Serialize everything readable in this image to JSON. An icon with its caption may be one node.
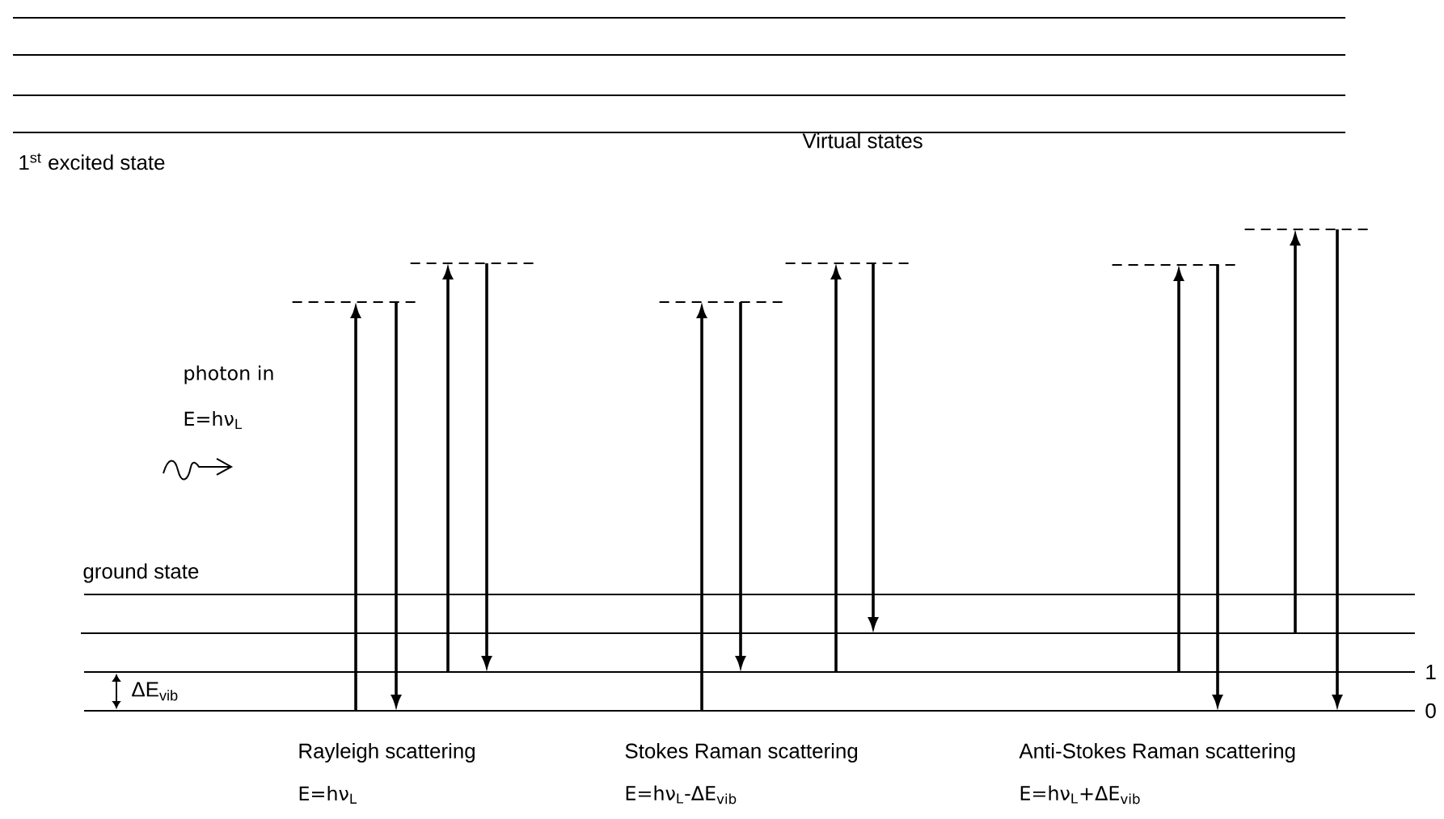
{
  "diagram": {
    "nodes": [
      {
        "text": [],
        "shape": "dashes"
      },
      {
        "text": [],
        "shape": "dashes"
      },
      {
        "text": [],
        "shape": "dashes"
      },
      {
        "text": [],
        "shape": "dashes"
      },
      {
        "text": [],
        "shape": "dashes"
      },
      {
        "text": [],
        "shape": "dashes"
      },
      {
        "text": [],
        "shape": "line",
        "beside": [
          "ground state"
        ]
      },
      {
        "text": [],
        "shape": "line"
      },
      {
        "text": [],
        "shape": "line",
        "beside": [
          "1"
        ]
      },
      {
        "text": [],
        "shape": "line",
        "beside": [
          "0"
        ]
      }
    ],
    "edges": [
      {
        "from": 9,
        "to": 0,
        "arrow": "to"
      },
      {
        "from": 0,
        "to": 9,
        "arrow": "to"
      },
      {
        "from": 8,
        "to": 1,
        "arrow": "to"
      },
      {
        "from": 1,
        "to": 8,
        "arrow": "to"
      },
      {
        "from": 9,
        "to": 2,
        "arrow": "to"
      },
      {
        "from": 2,
        "to": 8,
        "arrow": "to"
      },
      {
        "from": 8,
        "to": 3,
        "arrow": "to"
      },
      {
        "from": 3,
        "to": 7,
        "arrow": "to"
      },
      {
        "from": 8,
        "to": 4,
        "arrow": "to"
      },
      {
        "from": 4,
        "to": 9,
        "arrow": "to"
      },
      {
        "from": 7,
        "to": 5,
        "arrow": "to"
      },
      {
        "from": 5,
        "to": 9,
        "arrow": "to"
      }
    ],
    "labels": [
      "1$^{st}$ excited state",
      "Virtual states",
      "photon in",
      "E=hν$_{L}$",
      "ΔE$_{vib}$",
      "Rayleigh scattering",
      "E=hν$_{L}$",
      "Stokes Raman scattering",
      "E=hν$_{L}$-ΔE$_{vib}$",
      "Anti-Stokes Raman scattering",
      "E=hν$_{L}$+ΔE$_{vib}$"
    ]
  }
}
